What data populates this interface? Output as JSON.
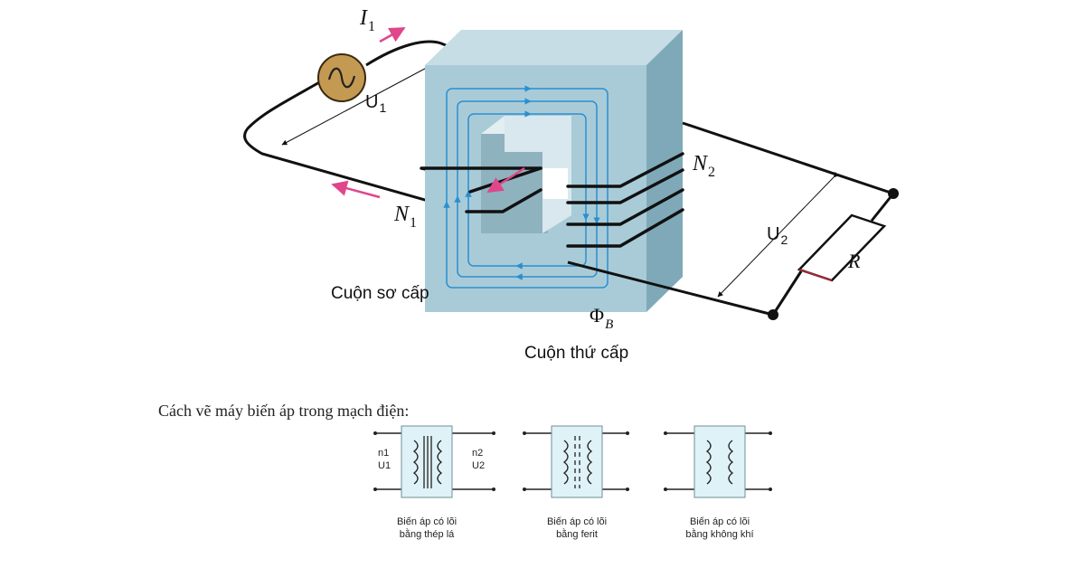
{
  "main_diagram": {
    "labels": {
      "current_primary": {
        "main": "I",
        "sub": "1"
      },
      "voltage_primary": {
        "main": "U",
        "sub": "1"
      },
      "turns_primary": {
        "main": "N",
        "sub": "1"
      },
      "turns_secondary": {
        "main": "N",
        "sub": "2"
      },
      "voltage_secondary": {
        "main": "U",
        "sub": "2"
      },
      "resistor": "R",
      "flux": {
        "main": "Φ",
        "sub": "B"
      },
      "primary_coil": "Cuộn sơ cấp",
      "secondary_coil": "Cuộn thứ cấp"
    },
    "colors": {
      "core_front": "#a9cbd8",
      "core_side": "#7fa9b8",
      "core_top": "#c6dde6",
      "flux_lines": "#2a8fd0",
      "arrows": "#e0468c",
      "source_fill": "#c49a52",
      "resistor_outline": "#a0283a",
      "wire": "#111111"
    }
  },
  "symbols_section": {
    "heading": "Cách vẽ máy biến áp trong mạch điện:",
    "symbols": [
      {
        "core": "steel",
        "caption_line1": "Biến áp có lõi",
        "caption_line2": "bằng thép lá",
        "left_labels": [
          "n1",
          "U1"
        ],
        "right_labels": [
          "n2",
          "U2"
        ]
      },
      {
        "core": "ferrite",
        "caption_line1": "Biến áp có lõi",
        "caption_line2": "bằng ferit"
      },
      {
        "core": "air",
        "caption_line1": "Biến áp có lõi",
        "caption_line2": "bằng không khí"
      }
    ],
    "colors": {
      "box_fill": "#dff2f7",
      "box_stroke": "#6f8f9a"
    }
  }
}
